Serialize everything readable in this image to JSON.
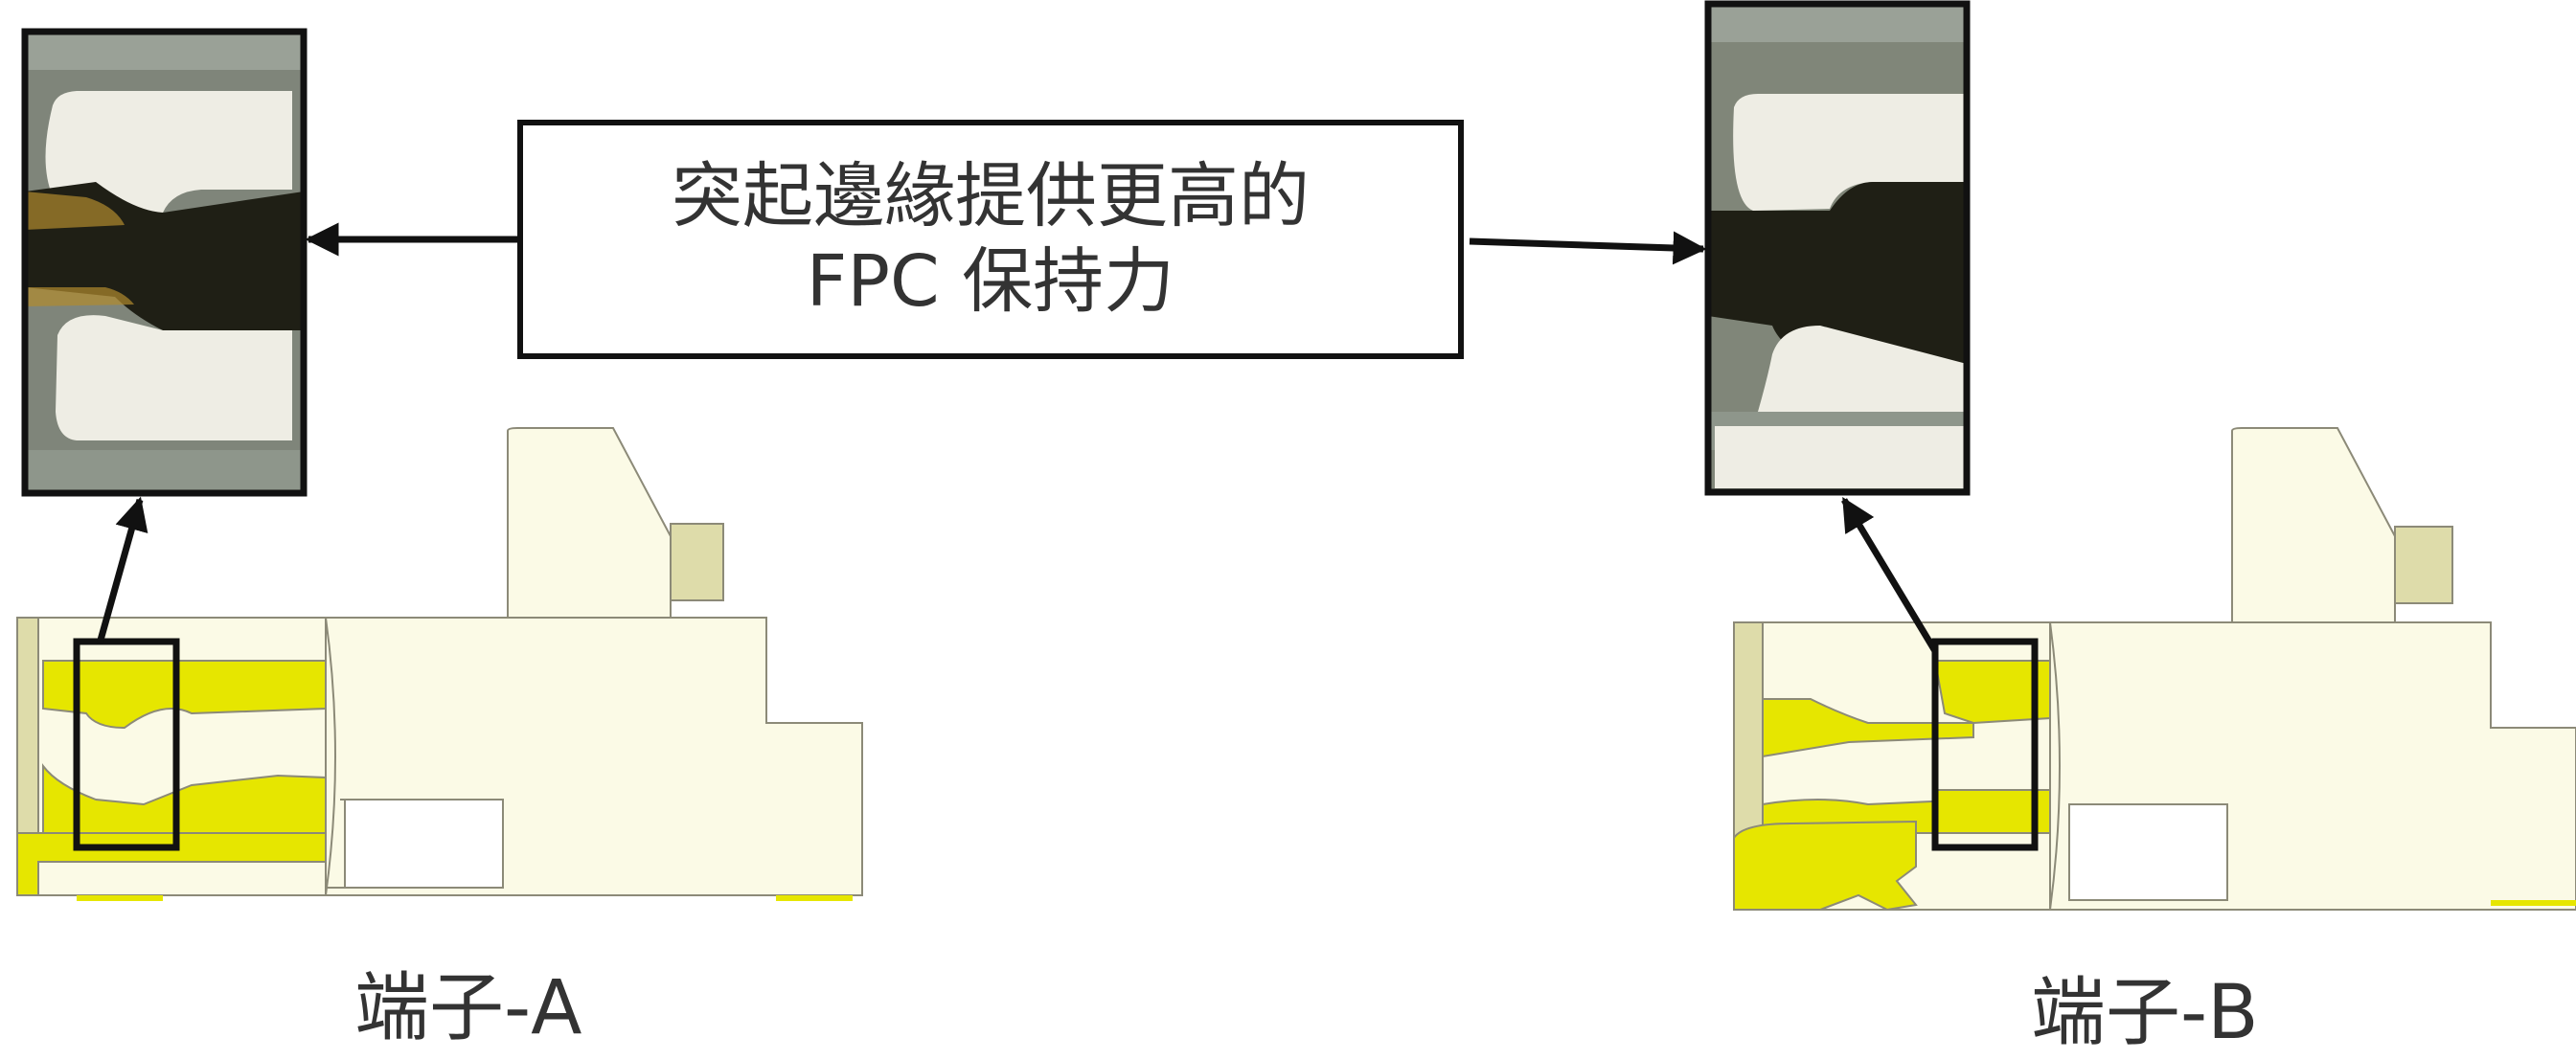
{
  "callout": {
    "line1": "突起邊緣提供更高的",
    "line2": "FPC 保持力"
  },
  "captions": {
    "left": "端子-A",
    "right": "端子-B"
  },
  "colors": {
    "terminal_yellow": "#E6E600",
    "housing_cream": "#FBFAE6",
    "housing_stroke": "#8C8A78",
    "accent_olive": "#DEDCAA",
    "photo_dark": "#1F1F15",
    "photo_gray": "#7F857A",
    "photo_white": "#EEEDE4",
    "frame_black": "#111111"
  }
}
